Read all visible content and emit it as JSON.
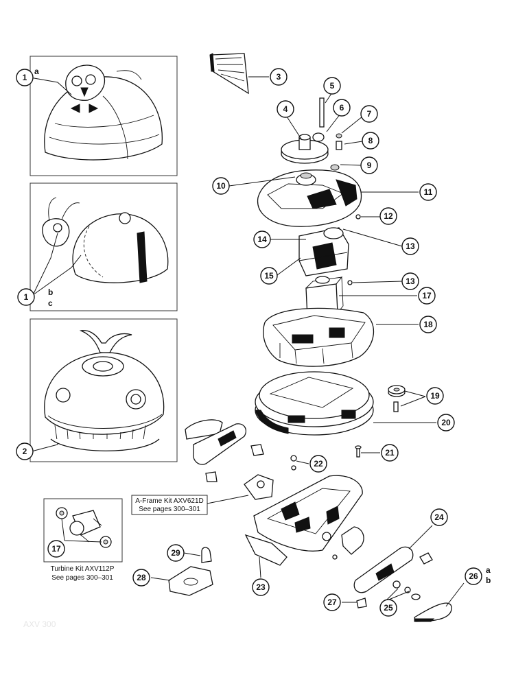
{
  "diagram": {
    "callouts": {
      "c1a": "1",
      "c1bc": "1",
      "c2": "2",
      "c3": "3",
      "c4": "4",
      "c5": "5",
      "c6": "6",
      "c7": "7",
      "c8": "8",
      "c9": "9",
      "c10": "10",
      "c11": "11",
      "c12": "12",
      "c13a": "13",
      "c13b": "13",
      "c14": "14",
      "c15": "15",
      "c17a": "17",
      "c17b": "17",
      "c18": "18",
      "c19": "19",
      "c20": "20",
      "c21": "21",
      "c22": "22",
      "c23": "23",
      "c24": "24",
      "c25": "25",
      "c26": "26",
      "c27": "27",
      "c28": "28",
      "c29": "29"
    },
    "variant_letters": {
      "l1a": "a",
      "l1b": "b",
      "l1c": "c",
      "l26a": "a",
      "l26b": "b"
    },
    "kits": {
      "aframe_line1": "A-Frame Kit AXV621D",
      "aframe_line2": "See pages 300–301",
      "turbine_line1": "Turbine Kit AXV112P",
      "turbine_line2": "See pages 300–301"
    },
    "footer_mark": "AXV 300"
  }
}
